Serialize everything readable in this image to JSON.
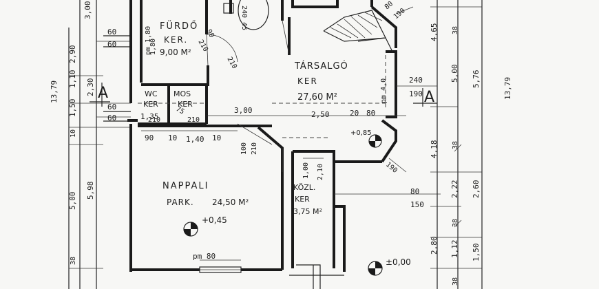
{
  "rooms": {
    "furdo": {
      "name": "FÜRDŐ",
      "type": "KER.",
      "area": "9,00 M²"
    },
    "tarsalgo": {
      "name": "TÁRSALGÓ",
      "type": "KER",
      "area": "27,60 M²"
    },
    "wc": {
      "name": "WC",
      "type": "KER"
    },
    "mos": {
      "name": "MOS",
      "type": "KER"
    },
    "nappali": {
      "name": "NAPPALI",
      "type": "PARK.",
      "area": "24,50 M²"
    },
    "kozl": {
      "name": "KÖZL.",
      "type": "KER",
      "area": "3,75 M²"
    }
  },
  "levels": {
    "nappali": "+0,45",
    "porch": "±0,00",
    "tarsalgo": "+0,85"
  },
  "section": {
    "label": "A"
  },
  "left_dims": {
    "overall": "13,79",
    "vertical": [
      "3,00",
      "1,80",
      "2,90",
      "2,30",
      "1,10",
      "1,50",
      "10",
      "5,98",
      "5,00",
      "38"
    ],
    "horizontal": [
      "60",
      "60",
      "60",
      "60",
      "1,35"
    ]
  },
  "right_dims": {
    "overall": "13,79",
    "vertical": [
      "4,65",
      "5,00",
      "5,76",
      "4,18",
      "38",
      "2,22",
      "2,60",
      "38",
      "1,12",
      "1,50",
      "2,80",
      "38",
      "38"
    ],
    "horizontal": [
      "240",
      "190",
      "80",
      "150"
    ]
  },
  "interior_dims": {
    "openings": [
      "pm 1,80",
      "pm 4,0",
      "pm 80",
      "210",
      "90",
      "210",
      "80",
      "190",
      "190",
      "75",
      "210",
      "210",
      "1,00",
      "2,10",
      "100",
      "210"
    ],
    "top_window": "240 45",
    "row_mid": [
      "3,00",
      "2,50",
      "20",
      "80"
    ],
    "row_low": [
      "90",
      "10",
      "1,40",
      "10"
    ]
  }
}
